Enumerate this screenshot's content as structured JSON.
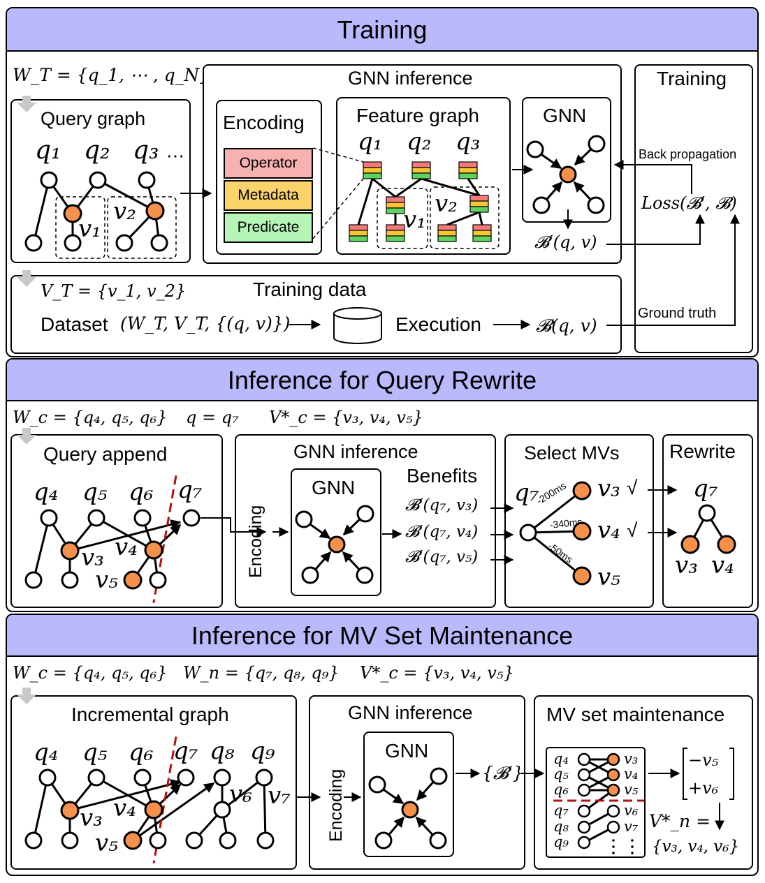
{
  "colors": {
    "header": "#b9b9fb",
    "orange": "#f5914a",
    "operator": "#f7b1b1",
    "metadata": "#fbd36b",
    "predicate": "#b5f5b5",
    "red_dash": "#b01010"
  },
  "training": {
    "title": "Training",
    "workload": "W_T = {q_1, ⋯ , q_N}",
    "query_graph": {
      "title": "Query graph",
      "q1": "q₁",
      "q2": "q₂",
      "q3": "q₃",
      "dots": "⋯",
      "v1": "v₁",
      "v2": "v₂"
    },
    "gnn_inference": {
      "title": "GNN inference"
    },
    "encoding": {
      "title": "Encoding",
      "operator": "Operator",
      "metadata": "Metadata",
      "predicate": "Predicate"
    },
    "feature_graph": {
      "title": "Feature graph",
      "q1": "q₁",
      "q2": "q₂",
      "q3": "q₃",
      "v1": "v₁",
      "v2": "v₂"
    },
    "gnn": {
      "title": "GNN",
      "output": "𝓑′(q, v)"
    },
    "training_box": {
      "title": "Training",
      "back_propagation": "Back propagation",
      "loss": "Loss(𝓑′, 𝓑)",
      "ground_truth": "Ground truth"
    },
    "views": "V_T = {v_1, v_2}",
    "training_data": {
      "title": "Training data",
      "dataset": "Dataset",
      "dataset_math": "(W_T, V_T, {(q, v)})",
      "db": "DB",
      "execution": "Execution",
      "benefit": "𝓑(q, v)"
    }
  },
  "rewrite": {
    "title": "Inference for Query Rewrite",
    "params": {
      "wc": "W_c = {q₄, q₅, q₆}",
      "q": "q = q₇",
      "vc": "V*_c = {v₃, v₄, v₅}"
    },
    "query_append": {
      "title": "Query append",
      "q4": "q₄",
      "q5": "q₅",
      "q6": "q₆",
      "q7": "q₇",
      "v3": "v₃",
      "v4": "v₄",
      "v5": "v₅"
    },
    "gnn_inference": {
      "title": "GNN inference",
      "encoding": "Encoding",
      "gnn": "GNN",
      "benefits": "Benefits",
      "b1": "𝓑′(q₇, v₃)",
      "b2": "𝓑′(q₇, v₄)",
      "b3": "𝓑′(q₇, v₅)"
    },
    "select_mvs": {
      "title": "Select MVs",
      "q7": "q₇",
      "v3": "v₃",
      "v4": "v₄",
      "v5": "v₅",
      "check": "√",
      "e1": "-200ms",
      "e2": "-340ms",
      "e3": "-50ms"
    },
    "rewrite_box": {
      "title": "Rewrite",
      "q7": "q₇",
      "v3": "v₃",
      "v4": "v₄"
    }
  },
  "maintenance": {
    "title": "Inference for MV Set Maintenance",
    "params": {
      "wc": "W_c = {q₄, q₅, q₆}",
      "wn": "W_n = {q₇, q₈, q₉}",
      "vc": "V*_c = {v₃, v₄, v₅}"
    },
    "incremental_graph": {
      "title": "Incremental graph",
      "q4": "q₄",
      "q5": "q₅",
      "q6": "q₆",
      "q7": "q₇",
      "q8": "q₈",
      "q9": "q₉",
      "v3": "v₃",
      "v4": "v₄",
      "v5": "v₅",
      "v6": "v₆",
      "v7": "v₇"
    },
    "gnn_inference": {
      "title": "GNN inference",
      "encoding": "Encoding",
      "gnn": "GNN",
      "output": "{𝓑′}"
    },
    "mv_set": {
      "title": "MV set maintenance",
      "q4": "q₄",
      "q5": "q₅",
      "q6": "q₆",
      "q7": "q₇",
      "q8": "q₈",
      "q9": "q₉",
      "v3": "v₃",
      "v4": "v₄",
      "v5": "v₅",
      "v6": "v₆",
      "v7": "v₇",
      "minus": "−v₅",
      "plus": "+v₆",
      "vn_label": "V*_n =",
      "vn_value": "{v₃, v₄, v₆}"
    }
  }
}
